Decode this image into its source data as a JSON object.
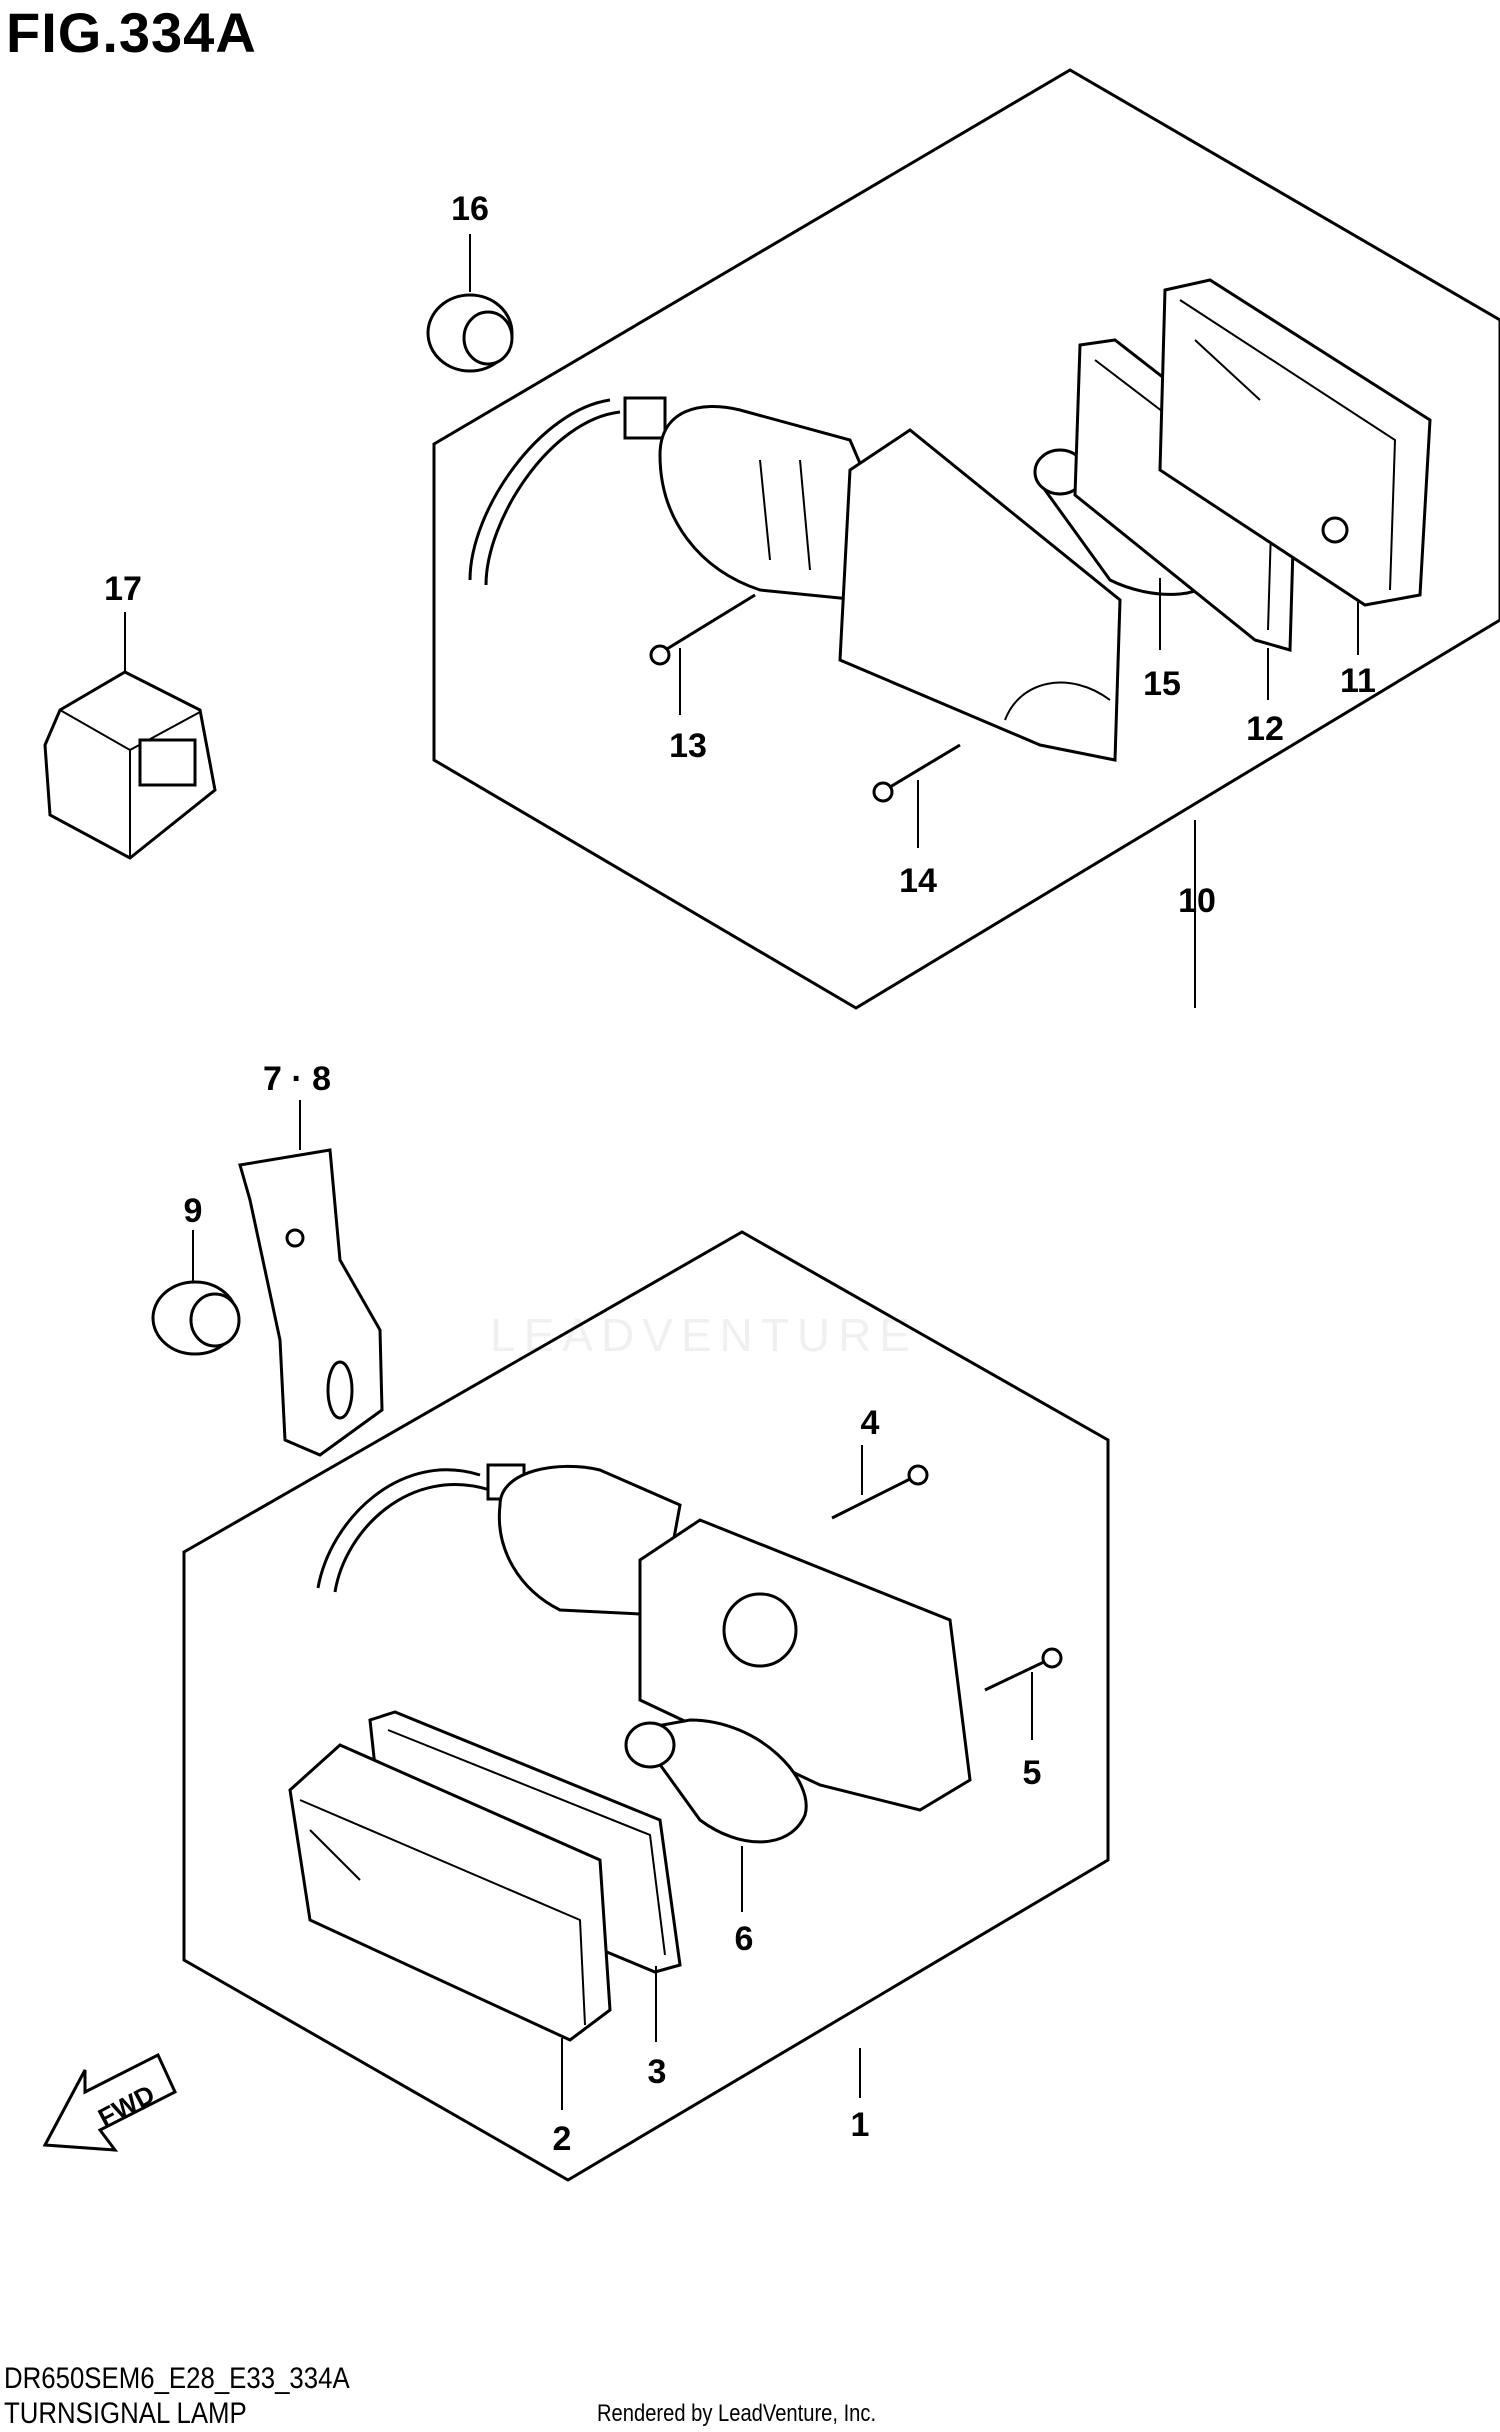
{
  "figure_title": "FIG.334A",
  "diagram_code": "DR650SEM6_E28_E33_334A",
  "section_title": "TURNSIGNAL LAMP",
  "render_credit": "Rendered by LeadVenture, Inc.",
  "watermark": "LEADVENTURE",
  "fwd_label": "FWD",
  "callouts": {
    "c1": "1",
    "c2": "2",
    "c3": "3",
    "c4": "4",
    "c5": "5",
    "c6": "6",
    "c78": "7 · 8",
    "c9": "9",
    "c10": "10",
    "c11": "11",
    "c12": "12",
    "c13": "13",
    "c14": "14",
    "c15": "15",
    "c16": "16",
    "c17": "17"
  }
}
